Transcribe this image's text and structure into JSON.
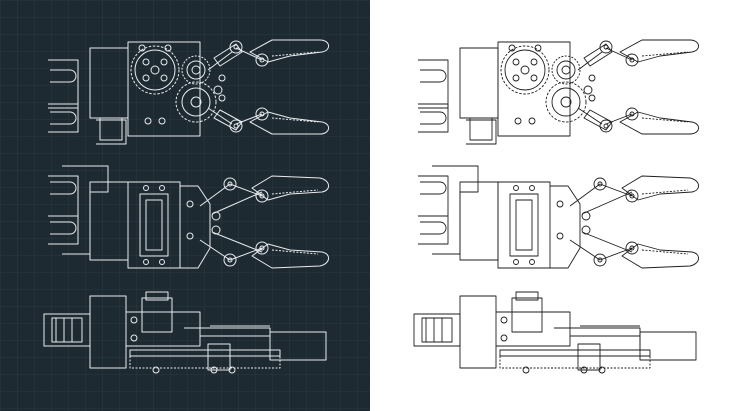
{
  "panels": [
    {
      "theme": "dark",
      "background": "#1e2a32",
      "grid": "#2b3842",
      "ink": "#e9ecef"
    },
    {
      "theme": "light",
      "background": "#ffffff",
      "grid": "#ffffff",
      "ink": "#1e1e1e"
    }
  ],
  "views": [
    "top-view-gear-drive",
    "top-view-servo-mount",
    "side-view"
  ]
}
